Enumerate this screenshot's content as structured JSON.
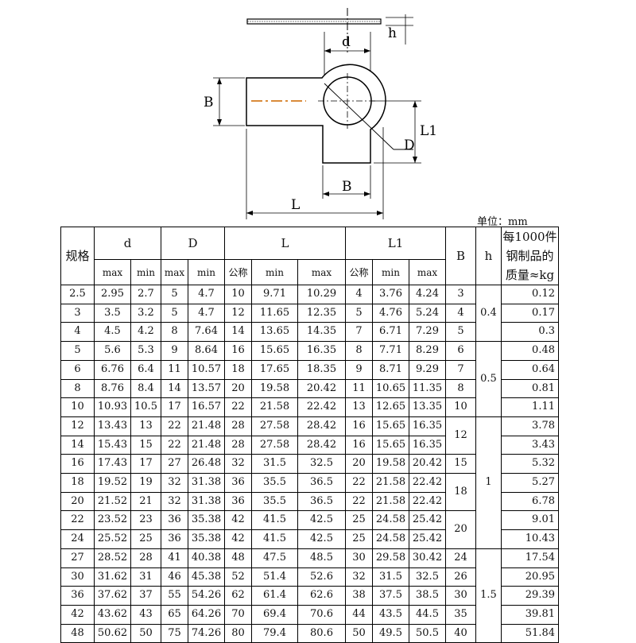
{
  "drawing": {
    "labels": {
      "d": "d",
      "h": "h",
      "B_left": "B",
      "L1": "L1",
      "D": "D",
      "B_bottom": "B",
      "L": "L"
    }
  },
  "unit_label": "单位：mm",
  "table": {
    "header": {
      "spec": "规格",
      "d": "d",
      "D": "D",
      "L": "L",
      "L1": "L1",
      "B": "B",
      "h": "h",
      "mass": "每1000件钢制品的质量≈kg",
      "max": "max",
      "min": "min",
      "nominal": "公称"
    },
    "rows": [
      [
        "2.5",
        "2.95",
        "2.7",
        "5",
        "4.7",
        "10",
        "9.71",
        "10.29",
        "4",
        "3.76",
        "4.24",
        "3",
        "0.12"
      ],
      [
        "3",
        "3.5",
        "3.2",
        "5",
        "4.7",
        "12",
        "11.65",
        "12.35",
        "5",
        "4.76",
        "5.24",
        "4",
        "0.17"
      ],
      [
        "4",
        "4.5",
        "4.2",
        "8",
        "7.64",
        "14",
        "13.65",
        "14.35",
        "7",
        "6.71",
        "7.29",
        "5",
        "0.3"
      ],
      [
        "5",
        "5.6",
        "5.3",
        "9",
        "8.64",
        "16",
        "15.65",
        "16.35",
        "8",
        "7.71",
        "8.29",
        "6",
        "0.48"
      ],
      [
        "6",
        "6.76",
        "6.4",
        "11",
        "10.57",
        "18",
        "17.65",
        "18.35",
        "9",
        "8.71",
        "9.29",
        "7",
        "0.64"
      ],
      [
        "8",
        "8.76",
        "8.4",
        "14",
        "13.57",
        "20",
        "19.58",
        "20.42",
        "11",
        "10.65",
        "11.35",
        "8",
        "0.81"
      ],
      [
        "10",
        "10.93",
        "10.5",
        "17",
        "16.57",
        "22",
        "21.58",
        "22.42",
        "13",
        "12.65",
        "13.35",
        "10",
        "1.11"
      ],
      [
        "12",
        "13.43",
        "13",
        "22",
        "21.48",
        "28",
        "27.58",
        "28.42",
        "16",
        "15.65",
        "16.35",
        "12",
        "3.78"
      ],
      [
        "14",
        "15.43",
        "15",
        "22",
        "21.48",
        "28",
        "27.58",
        "28.42",
        "16",
        "15.65",
        "16.35",
        "",
        "3.43"
      ],
      [
        "16",
        "17.43",
        "17",
        "27",
        "26.48",
        "32",
        "31.5",
        "32.5",
        "20",
        "19.58",
        "20.42",
        "15",
        "5.32"
      ],
      [
        "18",
        "19.52",
        "19",
        "32",
        "31.38",
        "36",
        "35.5",
        "36.5",
        "22",
        "21.58",
        "22.42",
        "18",
        "5.27"
      ],
      [
        "20",
        "21.52",
        "21",
        "32",
        "31.38",
        "36",
        "35.5",
        "36.5",
        "22",
        "21.58",
        "22.42",
        "",
        "6.78"
      ],
      [
        "22",
        "23.52",
        "23",
        "36",
        "35.38",
        "42",
        "41.5",
        "42.5",
        "25",
        "24.58",
        "25.42",
        "20",
        "9.01"
      ],
      [
        "24",
        "25.52",
        "25",
        "36",
        "35.38",
        "42",
        "41.5",
        "42.5",
        "25",
        "24.58",
        "25.42",
        "",
        "10.43"
      ],
      [
        "27",
        "28.52",
        "28",
        "41",
        "40.38",
        "48",
        "47.5",
        "48.5",
        "30",
        "29.58",
        "30.42",
        "24",
        "17.54"
      ],
      [
        "30",
        "31.62",
        "31",
        "46",
        "45.38",
        "52",
        "51.4",
        "52.6",
        "32",
        "31.5",
        "32.5",
        "26",
        "20.95"
      ],
      [
        "36",
        "37.62",
        "37",
        "55",
        "54.26",
        "62",
        "61.4",
        "62.6",
        "38",
        "37.5",
        "38.5",
        "30",
        "29.39"
      ],
      [
        "42",
        "43.62",
        "43",
        "65",
        "64.26",
        "70",
        "69.4",
        "70.6",
        "44",
        "43.5",
        "44.5",
        "35",
        "39.81"
      ],
      [
        "48",
        "50.62",
        "50",
        "75",
        "74.26",
        "80",
        "79.4",
        "80.6",
        "50",
        "49.5",
        "50.5",
        "40",
        "51.84"
      ]
    ],
    "h_groups": [
      "0.4",
      "0.5",
      "1",
      "1.5"
    ]
  }
}
